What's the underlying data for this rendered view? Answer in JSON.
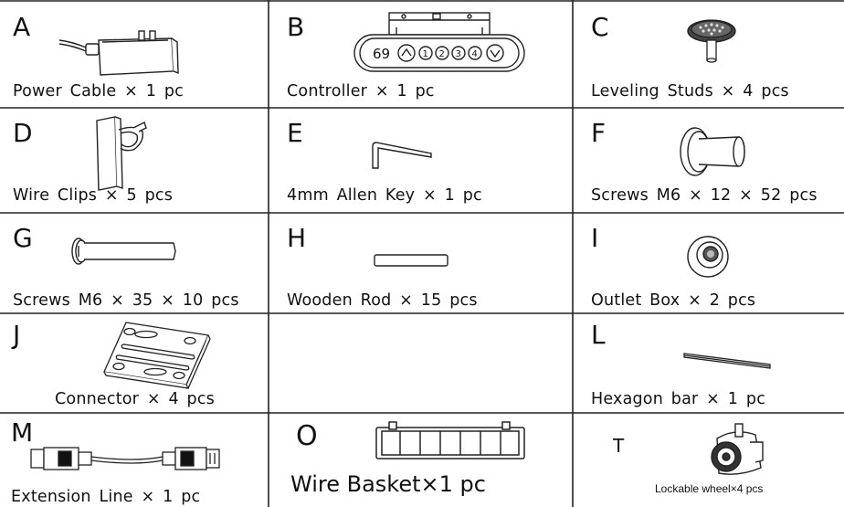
{
  "items": [
    {
      "letter": "A",
      "caption": "Power Cable × 1 pc",
      "icon": "power-adapter-icon"
    },
    {
      "letter": "B",
      "caption": "Controller × 1 pc",
      "icon": "controller-icon"
    },
    {
      "letter": "C",
      "caption": "Leveling Studs × 4 pcs",
      "icon": "leveling-stud-icon"
    },
    {
      "letter": "D",
      "caption": "Wire Clips × 5 pcs",
      "icon": "wire-clip-icon"
    },
    {
      "letter": "E",
      "caption": "4mm Allen Key × 1 pc",
      "icon": "allen-key-icon"
    },
    {
      "letter": "F",
      "caption": "Screws M6 × 12 × 52 pcs",
      "icon": "short-screw-icon"
    },
    {
      "letter": "G",
      "caption": "Screws M6 × 35 × 10 pcs",
      "icon": "long-screw-icon"
    },
    {
      "letter": "H",
      "caption": "Wooden Rod × 15 pcs",
      "icon": "wooden-rod-icon"
    },
    {
      "letter": "I",
      "caption": "Outlet Box × 2 pcs",
      "icon": "outlet-box-icon"
    },
    {
      "letter": "J",
      "caption": "Connector × 4 pcs",
      "icon": "connector-plate-icon"
    },
    {
      "letter": "L",
      "caption": "Hexagon bar × 1 pc",
      "icon": "hexagon-bar-icon"
    },
    {
      "letter": "M",
      "caption": "Extension Line × 1 pc",
      "icon": "extension-cable-icon"
    },
    {
      "letter": "O",
      "caption": "Wire Basket×1 pc",
      "icon": "wire-basket-icon"
    },
    {
      "letter": "T",
      "caption": "Lockable wheel×4 pcs",
      "icon": "lockable-wheel-icon"
    }
  ],
  "controller": {
    "display": "69",
    "buttons": [
      "1",
      "2",
      "3",
      "4"
    ]
  }
}
